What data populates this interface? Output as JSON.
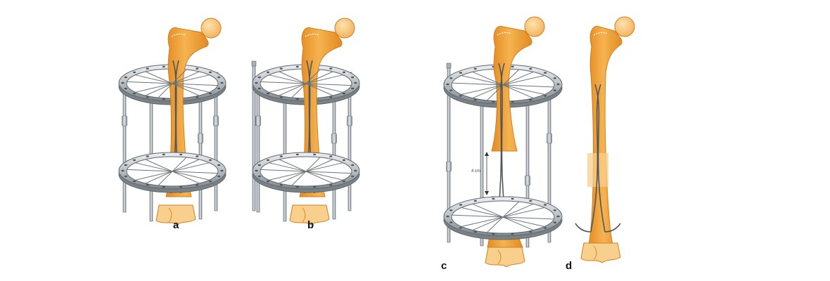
{
  "figure": {
    "panels": [
      {
        "label": "a"
      },
      {
        "label": "b"
      },
      {
        "label": "c"
      },
      {
        "label": "d"
      }
    ],
    "measurement_label": "4 cm",
    "colors": {
      "bone": "#f1a23f",
      "bone_light": "#f8cf8c",
      "bone_outline": "#d07f1f",
      "ring": "#9aa2a8",
      "ring_light": "#e7eaec",
      "ring_dark": "#5f666c",
      "wire": "#6d7479",
      "label": "#111111",
      "background": "#ffffff"
    }
  }
}
